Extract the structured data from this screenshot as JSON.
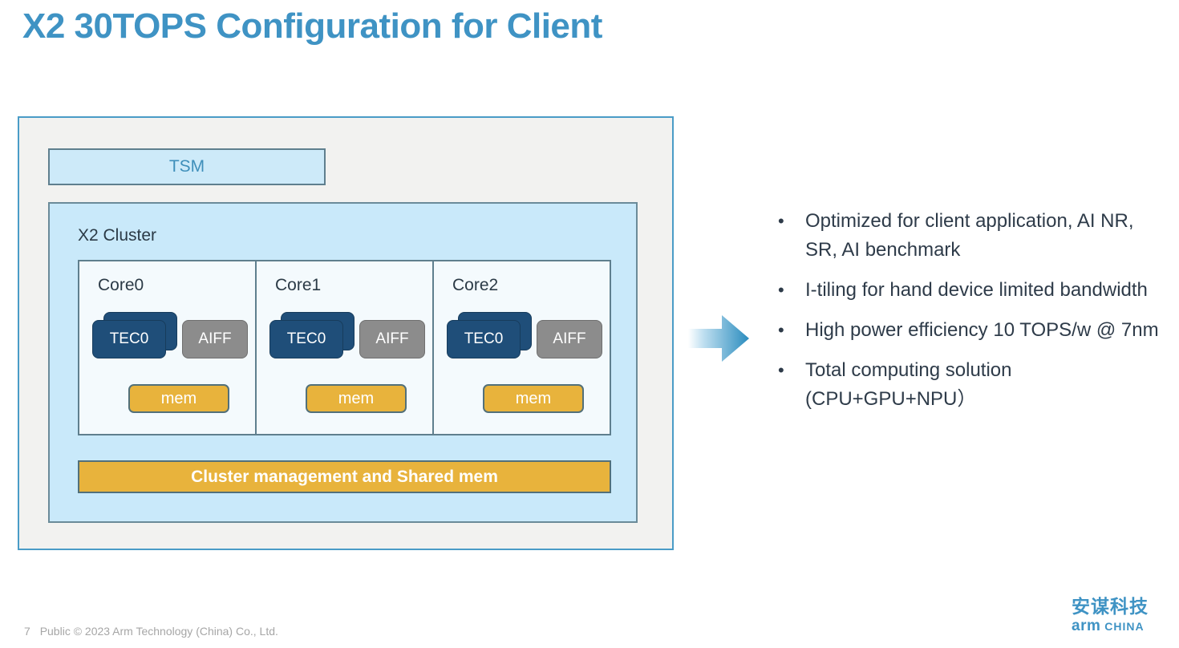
{
  "slide": {
    "title": "X2 30TOPS Configuration for Client",
    "title_color": "#3f93c4"
  },
  "diagram": {
    "tsm": {
      "label": "TSM",
      "fill": "#cdeaf9",
      "text_color": "#3f8fba"
    },
    "cluster": {
      "label": "X2 Cluster",
      "fill": "#c9e9fa",
      "cores": [
        {
          "label": "Core0",
          "tec_label": "TEC0",
          "aiff_label": "AIFF",
          "mem_label": "mem"
        },
        {
          "label": "Core1",
          "tec_label": "TEC0",
          "aiff_label": "AIFF",
          "mem_label": "mem"
        },
        {
          "label": "Core2",
          "tec_label": "TEC0",
          "aiff_label": "AIFF",
          "mem_label": "mem"
        }
      ],
      "management_bar": {
        "label": "Cluster management and Shared mem",
        "fill": "#e8b33c"
      }
    },
    "colors": {
      "outer_fill": "#f2f2f0",
      "outer_border": "#4a9cc7",
      "tec_fill": "#1f4e79",
      "aiff_fill": "#8c8c8c",
      "mem_fill": "#e8b33c",
      "core_fill": "#f4fafd"
    }
  },
  "arrow": {
    "name": "right-arrow",
    "color_start": "#ffffff",
    "color_end": "#2e8fc0"
  },
  "bullets": {
    "marker": "•",
    "items": [
      "Optimized for client application, AI NR, SR, AI benchmark",
      "I-tiling for hand device limited bandwidth",
      "High power efficiency 10 TOPS/w @ 7nm",
      "Total computing solution (CPU+GPU+NPU）"
    ]
  },
  "footer": {
    "page_number": "7",
    "text": "Public © 2023 Arm Technology (China) Co., Ltd."
  },
  "logo": {
    "chinese": "安谋科技",
    "brand": "arm",
    "region": "CHINA"
  }
}
